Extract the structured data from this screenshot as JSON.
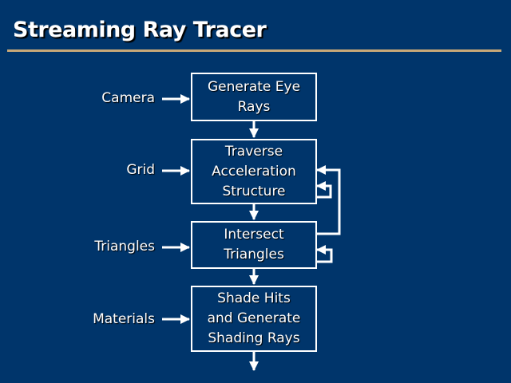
{
  "title": "Streaming Ray Tracer",
  "stages": [
    "Generate Eye\nRays",
    "Traverse\nAcceleration\nStructure",
    "Intersect\nTriangles",
    "Shade Hits\nand Generate\nShading Rays"
  ],
  "inputs": [
    "Camera",
    "Grid",
    "Triangles",
    "Materials"
  ],
  "colors": {
    "background": "#00356b",
    "rule": "#c8a878"
  }
}
